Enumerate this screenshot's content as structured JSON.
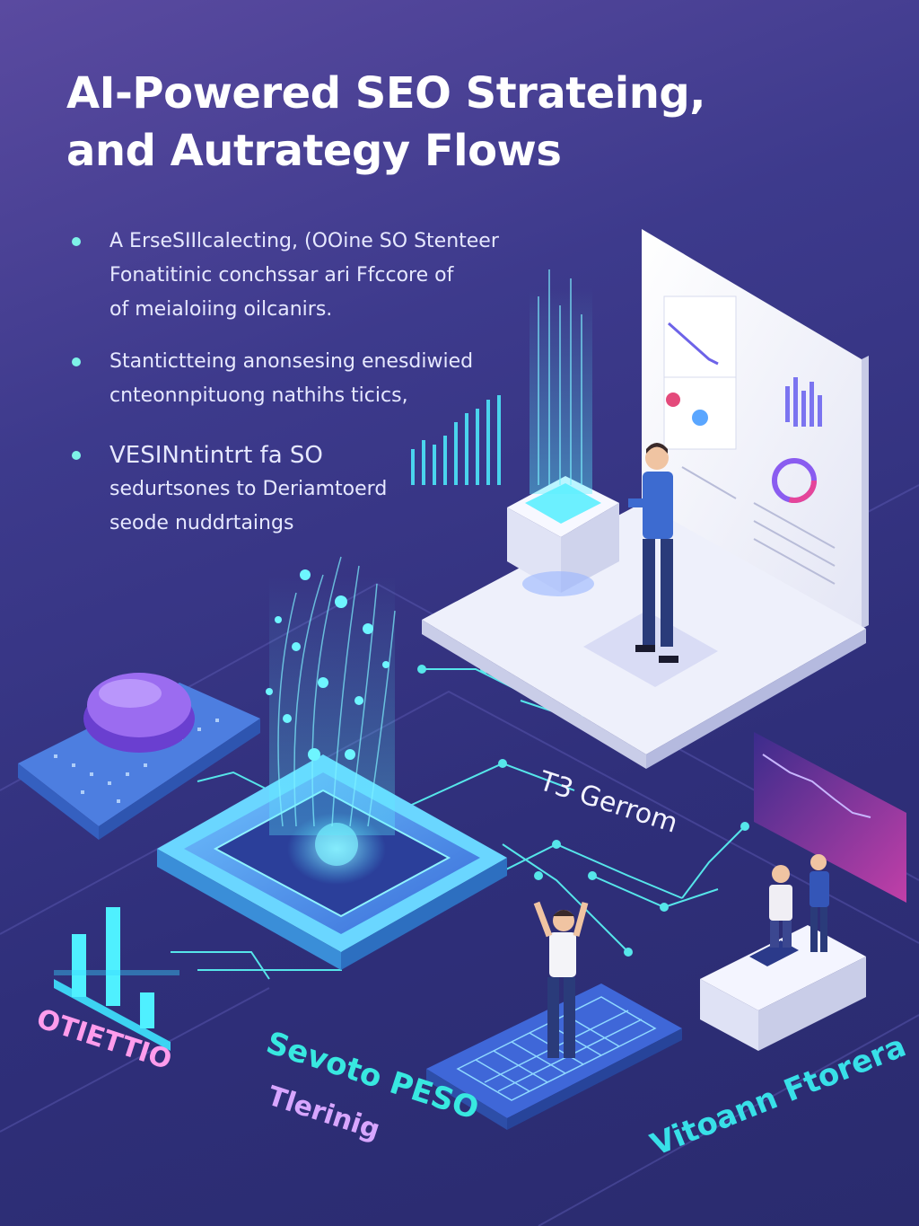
{
  "title_line1": "AI-Powered SEO Strateing,",
  "title_line2": "and Autrategy Flows",
  "bullets": [
    {
      "lines": [
        "A ErseSIIlcalecting, (OOine SO Stenteer",
        "Fonatitinic conchssar ari Ffccore of",
        "of meialoiing oilcanirs."
      ]
    },
    {
      "lines": [
        "Stantictteing anonsesing enesdiwied",
        "cnteonnpituong nathihs ticics,"
      ]
    },
    {
      "lines": [
        "VESINntintrt fa SO",
        "sedurtsones to Deriamtoerd",
        "seode nuddrtaings"
      ]
    }
  ],
  "labels": {
    "time": "T3 Gerrom",
    "left": "OTIETTIO",
    "mid_line1": "Sevoto PESO",
    "mid_line2": "Tlerinig",
    "right": "Vitoann Ftorera"
  },
  "colors": {
    "accent_cyan": "#38e8e0",
    "accent_purple": "#9b6cf0",
    "accent_pink": "#ff9cec",
    "background": "#2f2f7a"
  }
}
